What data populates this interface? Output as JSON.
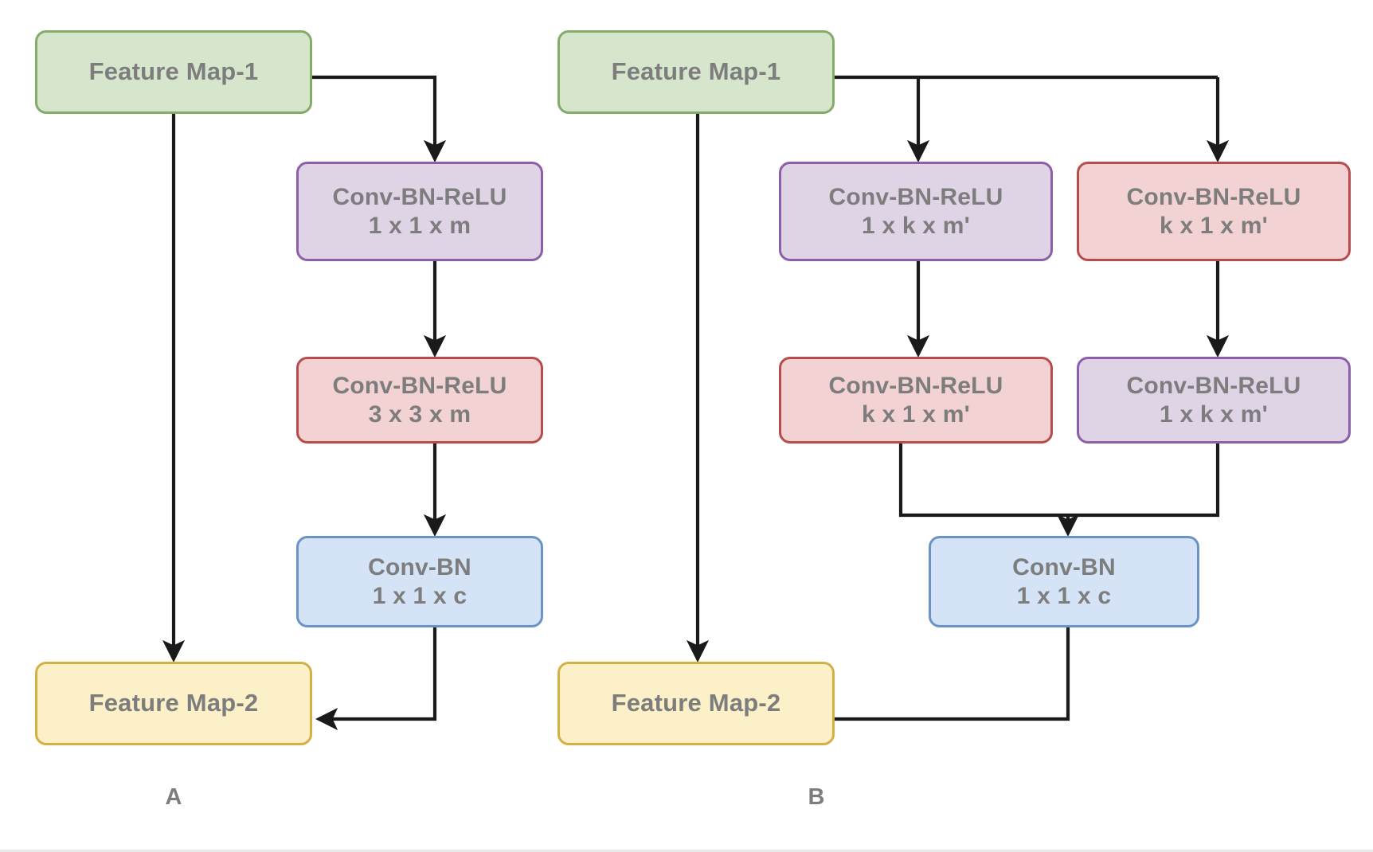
{
  "figure": {
    "title": "",
    "panels": [
      {
        "id": "A",
        "label": "A"
      },
      {
        "id": "B",
        "label": "B"
      }
    ]
  },
  "colors": {
    "green_fill": "#d6e6cd",
    "green_border": "#84ab6a",
    "purple_fill": "#dfd3e6",
    "purple_border": "#8d5fa8",
    "red_fill": "#f2d2d2",
    "red_border": "#b84b4b",
    "blue_fill": "#d4e3f5",
    "blue_border": "#6b93c6",
    "yellow_fill": "#fbf0c7",
    "yellow_border": "#d3b143",
    "text": "#7d7d7d",
    "edge": "#1a1a1a"
  },
  "panelA": {
    "label": "A",
    "nodes": {
      "feature_map_1": {
        "line1": "Feature Map-1",
        "line2": "",
        "style": "green"
      },
      "conv1": {
        "line1": "Conv-BN-ReLU",
        "line2": "1 x 1 x m",
        "style": "purple"
      },
      "conv2": {
        "line1": "Conv-BN-ReLU",
        "line2": "3 x 3 x m",
        "style": "red"
      },
      "conv3": {
        "line1": "Conv-BN",
        "line2": "1 x 1 x c",
        "style": "blue"
      },
      "feature_map_2": {
        "line1": "Feature Map-2",
        "line2": "",
        "style": "yellow"
      }
    }
  },
  "panelB": {
    "label": "B",
    "nodes": {
      "feature_map_1": {
        "line1": "Feature Map-1",
        "line2": "",
        "style": "green"
      },
      "branch_left_1": {
        "line1": "Conv-BN-ReLU",
        "line2": "1 x k x m'",
        "style": "purple"
      },
      "branch_right_1": {
        "line1": "Conv-BN-ReLU",
        "line2": "k x 1 x m'",
        "style": "red"
      },
      "branch_left_2": {
        "line1": "Conv-BN-ReLU",
        "line2": "k x 1 x m'",
        "style": "red"
      },
      "branch_right_2": {
        "line1": "Conv-BN-ReLU",
        "line2": "1 x k x m'",
        "style": "purple"
      },
      "conv_merge": {
        "line1": "Conv-BN",
        "line2": "1 x 1 x c",
        "style": "blue"
      },
      "feature_map_2": {
        "line1": "Feature Map-2",
        "line2": "",
        "style": "yellow"
      }
    }
  }
}
